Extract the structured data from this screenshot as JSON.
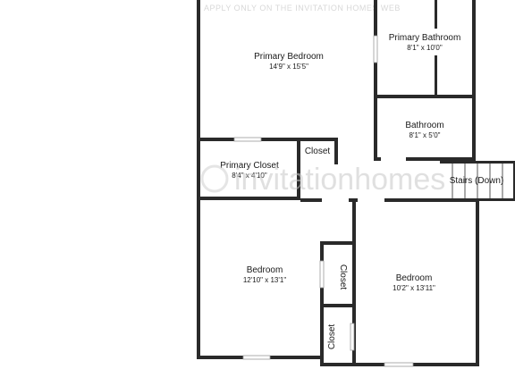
{
  "header_notice": "APPLY ONLY ON THE INVITATION HOMES WEB",
  "watermark": "invitationhomes",
  "rooms": [
    {
      "id": "primary-bedroom",
      "name": "Primary Bedroom",
      "dims": "14'9\" x 15'5\""
    },
    {
      "id": "primary-bathroom",
      "name": "Primary Bathroom",
      "dims": "8'1\" x 10'0\""
    },
    {
      "id": "bathroom",
      "name": "Bathroom",
      "dims": "8'1\" x 5'0\""
    },
    {
      "id": "primary-closet",
      "name": "Primary Closet",
      "dims": "8'4\" x 4'10\""
    },
    {
      "id": "closet-top",
      "name": "Closet",
      "dims": ""
    },
    {
      "id": "stairs",
      "name": "Stairs (Down)",
      "dims": ""
    },
    {
      "id": "bedroom-left",
      "name": "Bedroom",
      "dims": "12'10\" x 13'1\""
    },
    {
      "id": "bedroom-right",
      "name": "Bedroom",
      "dims": "10'2\" x 13'11\""
    },
    {
      "id": "closet-mid",
      "name": "Closet",
      "dims": ""
    },
    {
      "id": "closet-bottom",
      "name": "Closet",
      "dims": ""
    }
  ]
}
